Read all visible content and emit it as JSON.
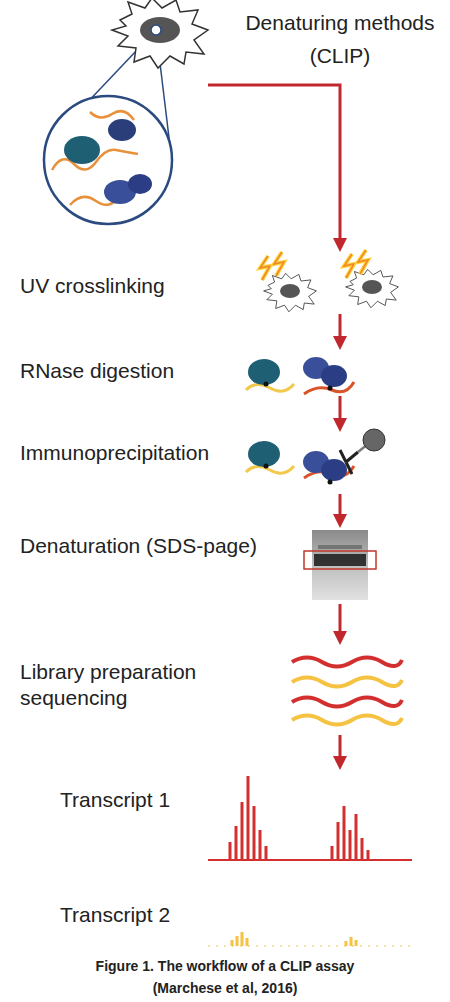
{
  "diagram": {
    "title": "Denaturing methods (CLIP)",
    "caption": "Figure 1. The workflow of a CLIP assay (Marchese et al, 2016)",
    "nodes": [
      {
        "text": [
          "UV crosslinking"
        ]
      },
      {
        "text": [
          "RNase digestion"
        ]
      },
      {
        "text": [
          "Immunoprecipitation"
        ]
      },
      {
        "text": [
          "Denaturation (SDS-page)"
        ]
      },
      {
        "text": [
          "Library preparation sequencing"
        ]
      },
      {
        "text": [
          "Transcript 1"
        ]
      },
      {
        "text": [
          "Transcript 2"
        ]
      }
    ],
    "edges": [
      {
        "from": 0,
        "to": 1,
        "arrow": "to"
      },
      {
        "from": 1,
        "to": 2,
        "arrow": "to"
      },
      {
        "from": 2,
        "to": 3,
        "arrow": "to"
      },
      {
        "from": 3,
        "to": 4,
        "arrow": "to"
      },
      {
        "from": 4,
        "to": 5,
        "arrow": "to"
      }
    ]
  }
}
